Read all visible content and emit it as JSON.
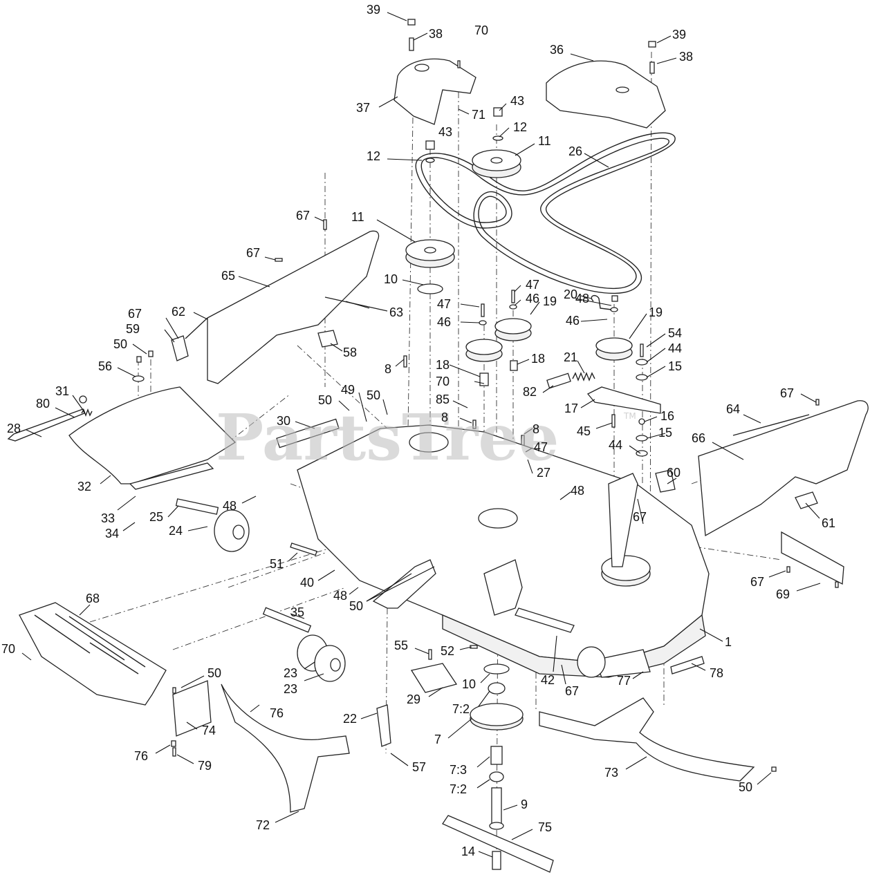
{
  "watermark": {
    "text": "PartsTree",
    "trademark": "TM"
  },
  "callouts": {
    "c39a": "39",
    "c38a": "38",
    "c70a": "70",
    "c37": "37",
    "c71": "71",
    "c43a": "43",
    "c12a": "12",
    "c11a": "11",
    "c26": "26",
    "c36": "36",
    "c39b": "39",
    "c38b": "38",
    "c43b": "43",
    "c12b": "12",
    "c11b": "11",
    "c67a": "67",
    "c67b": "67",
    "c65": "65",
    "c10a": "10",
    "c47a": "47",
    "c46a": "46",
    "c19a": "19",
    "c48a": "48",
    "c20": "20",
    "c19b": "19",
    "c47b": "47",
    "c46b": "46",
    "c46c": "46",
    "c54": "54",
    "c44a": "44",
    "c62": "62",
    "c63": "63",
    "c67c": "67",
    "c59": "59",
    "c50a": "50",
    "c58": "58",
    "c56": "56",
    "c8a": "8",
    "c18a": "18",
    "c18b": "18",
    "c21": "21",
    "c15a": "15",
    "c70b": "70",
    "c82": "82",
    "c31": "31",
    "c80": "80",
    "c49": "49",
    "c50b": "50",
    "c50c": "50",
    "c85": "85",
    "c17": "17",
    "c16": "16",
    "c28": "28",
    "c30": "30",
    "c8b": "8",
    "c8c": "8",
    "c45": "45",
    "c15b": "15",
    "c67d": "67",
    "c64": "64",
    "c66": "66",
    "c47c": "47",
    "c44b": "44",
    "c27": "27",
    "c32": "32",
    "c48b": "48",
    "c48c": "48",
    "c60": "60",
    "c67e": "67",
    "c61": "61",
    "c33": "33",
    "c25": "25",
    "c34": "34",
    "c24": "24",
    "c51": "51",
    "c40": "40",
    "c48d": "48",
    "c50d": "50",
    "c68": "68",
    "c35": "35",
    "c67f": "67",
    "c69": "69",
    "c1": "1",
    "c70c": "70",
    "c55": "55",
    "c52": "52",
    "c23a": "23",
    "c23b": "23",
    "c42": "42",
    "c67g": "67",
    "c77": "77",
    "c78": "78",
    "c50e": "50",
    "c10b": "10",
    "c29": "29",
    "c72b": "7:2",
    "c76a": "76",
    "c74": "74",
    "c22": "22",
    "c7": "7",
    "c76b": "76",
    "c79": "79",
    "c57": "57",
    "c73b": "7:3",
    "c73": "73",
    "c72c": "7:2",
    "c50f": "50",
    "c9": "9",
    "c72": "72",
    "c75": "75",
    "c14": "14"
  }
}
